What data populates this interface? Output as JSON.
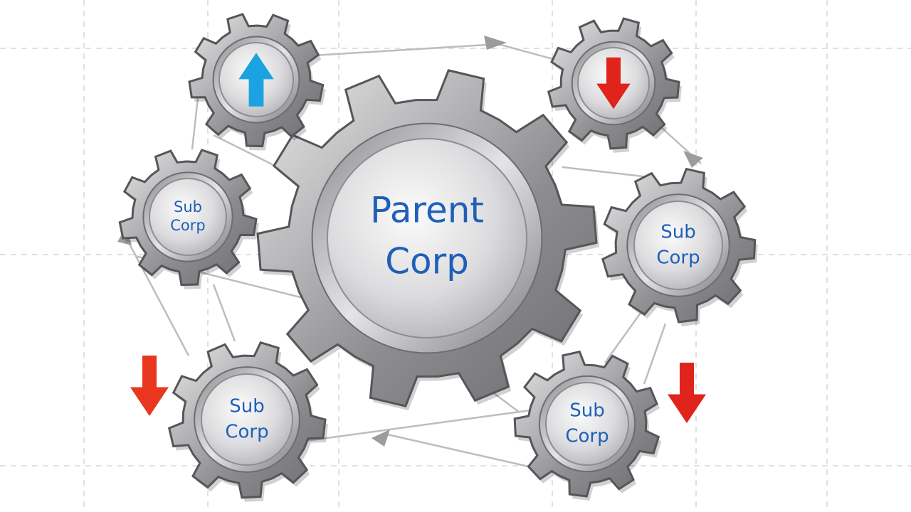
{
  "diagram": {
    "parent": {
      "line1": "Parent",
      "line2": "Corp"
    },
    "gears": [
      {
        "id": "top-left",
        "kind": "arrow-up",
        "arrow": "up-arrow-icon",
        "color": "#1aa3e0"
      },
      {
        "id": "top-right",
        "kind": "arrow-down",
        "arrow": "down-arrow-icon",
        "color": "#e0241b"
      },
      {
        "id": "left",
        "kind": "text",
        "line1": "Sub",
        "line2": "Corp"
      },
      {
        "id": "right",
        "kind": "text",
        "line1": "Sub",
        "line2": "Corp"
      },
      {
        "id": "bottom-left",
        "kind": "text",
        "line1": "Sub",
        "line2": "Corp"
      },
      {
        "id": "bottom-right",
        "kind": "text",
        "line1": "Sub",
        "line2": "Corp"
      }
    ],
    "side_arrows": [
      {
        "id": "left-down",
        "arrow": "down-arrow-icon",
        "color": "#e8361f"
      },
      {
        "id": "right-down",
        "arrow": "down-arrow-icon",
        "color": "#e0241b"
      }
    ],
    "colors": {
      "grid": "#d7d7d7",
      "gear_metal": "#9a9a9c",
      "text": "#1f5fb8",
      "connector": "#bdbdbd"
    }
  }
}
